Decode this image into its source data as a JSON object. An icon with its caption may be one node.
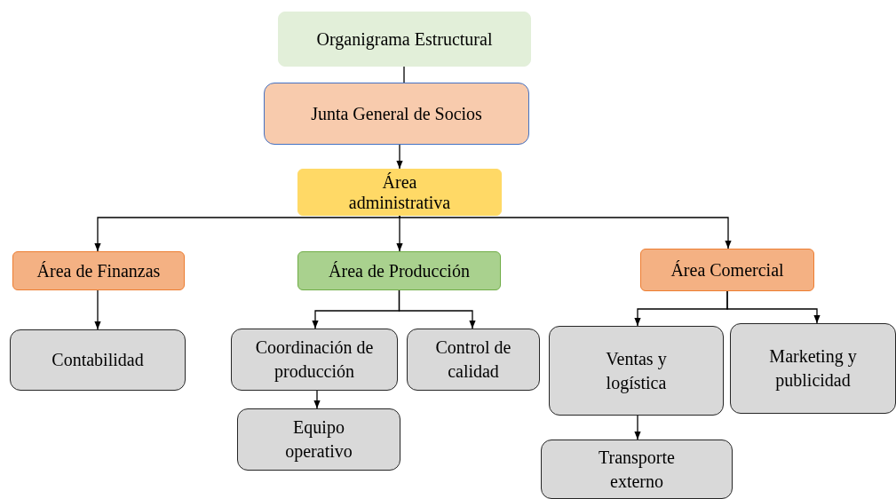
{
  "diagram": {
    "nodes": [
      {
        "text": [
          "Organigrama Estructural"
        ]
      },
      {
        "text": [
          "Junta General de Socios"
        ]
      },
      {
        "text": [
          "Área administrativa"
        ]
      },
      {
        "text": [
          "Área de Finanzas"
        ]
      },
      {
        "text": [
          "Área de Producción"
        ]
      },
      {
        "text": [
          "Área Comercial"
        ]
      },
      {
        "text": [
          "Contabilidad"
        ]
      },
      {
        "text": [
          "Coordinación de producción"
        ]
      },
      {
        "text": [
          "Control de calidad"
        ]
      },
      {
        "text": [
          "Ventas y logística"
        ]
      },
      {
        "text": [
          "Marketing y publicidad"
        ]
      },
      {
        "text": [
          "Equipo operativo"
        ]
      },
      {
        "text": [
          "Transporte externo"
        ]
      }
    ],
    "edges": [
      {
        "from": 0,
        "to": 1,
        "arrow": "none"
      },
      {
        "from": 1,
        "to": 2,
        "arrow": "to"
      },
      {
        "from": 2,
        "to": 3,
        "arrow": "to"
      },
      {
        "from": 2,
        "to": 4,
        "arrow": "to"
      },
      {
        "from": 2,
        "to": 5,
        "arrow": "to"
      },
      {
        "from": 3,
        "to": 6,
        "arrow": "to"
      },
      {
        "from": 4,
        "to": 7,
        "arrow": "to"
      },
      {
        "from": 4,
        "to": 8,
        "arrow": "to"
      },
      {
        "from": 5,
        "to": 9,
        "arrow": "to"
      },
      {
        "from": 5,
        "to": 10,
        "arrow": "to"
      },
      {
        "from": 7,
        "to": 11,
        "arrow": "to"
      },
      {
        "from": 9,
        "to": 12,
        "arrow": "to"
      }
    ]
  }
}
